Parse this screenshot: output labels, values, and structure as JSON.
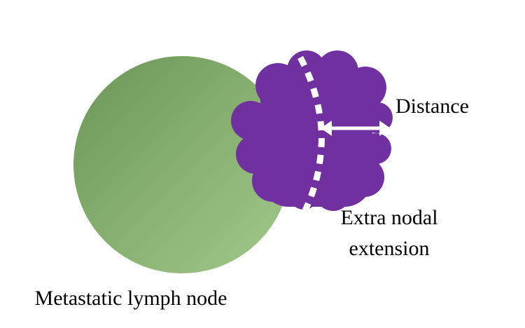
{
  "labels": {
    "distance": "Distance",
    "extension_line1": "Extra nodal",
    "extension_line2": "extension",
    "node": "Metastatic lymph node"
  },
  "colors": {
    "node_light": "#a3c98a",
    "node_dark": "#6a9657",
    "extension": "#7030a0",
    "dashes": "#ffffff",
    "arrow": "#ffffff",
    "text": "#000000"
  }
}
